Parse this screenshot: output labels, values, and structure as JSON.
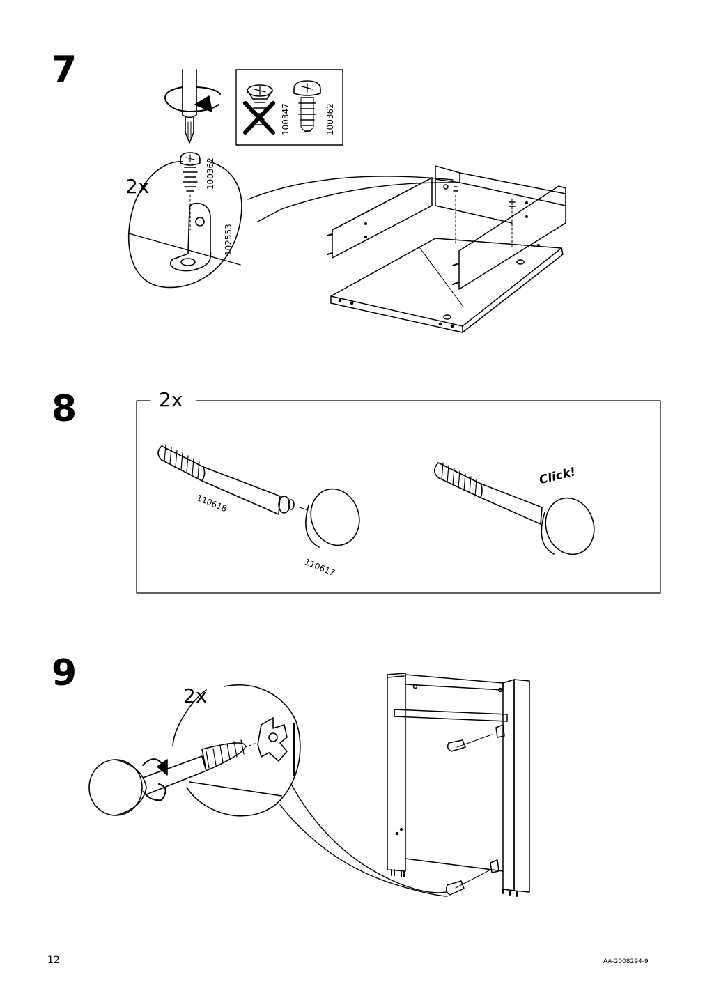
{
  "steps": [
    {
      "number": "7",
      "quantity": "2x",
      "parts": {
        "screw": "100362",
        "bracket": "102553",
        "wrong_screw": "100347",
        "right_screw": "100362"
      }
    },
    {
      "number": "8",
      "quantity": "2x",
      "parts": {
        "rod": "110618",
        "knob": "110617"
      },
      "click_label": "Click!"
    },
    {
      "number": "9",
      "quantity": "2x"
    }
  ],
  "footer": {
    "page_number": "12",
    "doc_id": "AA-2008294-9"
  },
  "icons": [
    "screwdriver-icon",
    "rotate-arrow-icon",
    "cross-icon",
    "screw-icon",
    "bracket-icon",
    "knob-icon",
    "cam-nut-icon"
  ]
}
